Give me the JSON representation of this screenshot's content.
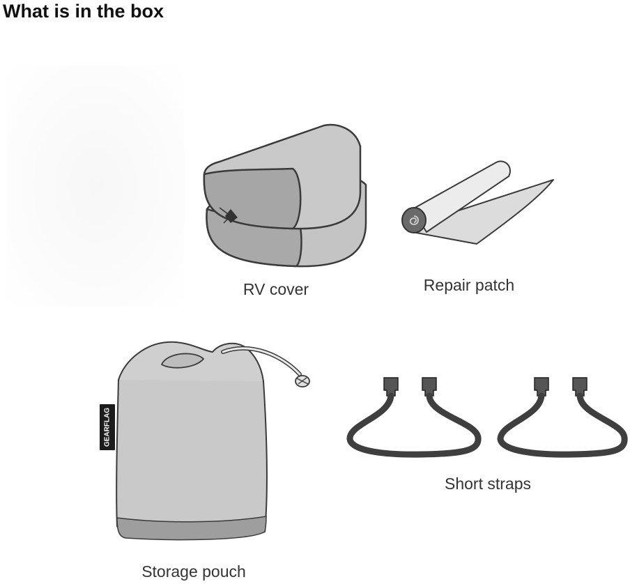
{
  "heading": "What is in the box",
  "items": {
    "rv_cover": {
      "label": "RV cover",
      "icon": "folded-cover-icon"
    },
    "repair_patch": {
      "label": "Repair patch",
      "icon": "rolled-patch-icon"
    },
    "storage_pouch": {
      "label": "Storage pouch",
      "icon": "drawstring-pouch-icon",
      "brand": "GEARFLAG"
    },
    "short_straps": {
      "label": "Short straps",
      "icon": "buckle-strap-icon"
    }
  },
  "colors": {
    "fill": "#c9c9c9",
    "fill_dark": "#a9a9a9",
    "outline": "#3a3a3a",
    "strap": "#444444",
    "text": "#333333",
    "heading": "#111111"
  }
}
